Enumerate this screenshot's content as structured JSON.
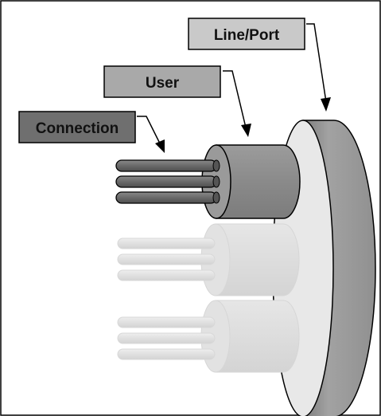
{
  "labels": {
    "line_port": "Line/Port",
    "user": "User",
    "connection": "Connection"
  },
  "colors": {
    "line_port_box": "#c8c8c8",
    "user_box": "#a8a8a8",
    "connection_box": "#6e6e6e",
    "disc_edge": "#9a9a9a",
    "disc_face": "#e9e9e9",
    "active_user": "#8f8f8f",
    "active_connection": "#6a6a6a",
    "inactive": "#dedede"
  }
}
